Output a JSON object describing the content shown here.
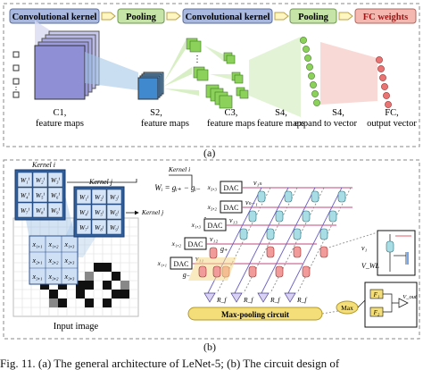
{
  "panel_a": {
    "pipeline": [
      {
        "label": "Convolutional kernel",
        "kind": "conv"
      },
      {
        "label": "Pooling",
        "kind": "pool"
      },
      {
        "label": "Convolutional kernel",
        "kind": "conv"
      },
      {
        "label": "Pooling",
        "kind": "pool"
      },
      {
        "label": "FC weights",
        "kind": "fc"
      }
    ],
    "stages": {
      "c1": [
        "C1,",
        "feature maps"
      ],
      "s2": [
        "S2,",
        "feature maps"
      ],
      "c3": [
        "C3,",
        "feature maps"
      ],
      "s4": [
        "S4,",
        "feature maps"
      ],
      "s4v": [
        "S4,",
        "expand to vector"
      ],
      "fc": [
        "FC,",
        "output vector"
      ]
    },
    "sublabel": "(a)"
  },
  "panel_b": {
    "kernel_i": "Kernel i",
    "kernel_j": "Kernel j",
    "kernel_j2": "Kernel j",
    "kernel_i2": "Kernel i",
    "kernel_i_cells": [
      "W₁ⁱ",
      "W₂ⁱ",
      "W₃ⁱ",
      "W₄ⁱ",
      "W₅ⁱ",
      "W₆ⁱ",
      "W₇ⁱ",
      "W₈ⁱ",
      "W₉ⁱ"
    ],
    "kernel_j_cells": [
      "W₁ʲ",
      "W₂ʲ",
      "W₃ʲ",
      "W₄ʲ",
      "W₅ʲ",
      "W₆ʲ",
      "W₇ʲ",
      "W₈ʲ",
      "W₉ʲ"
    ],
    "patch_cells": [
      "x₁,₁",
      "x₁,₂",
      "x₁,₃",
      "x₂,₁",
      "x₂,₂",
      "x₂,₃",
      "x₃,₁",
      "x₃,₂",
      "x₃,₃"
    ],
    "input_label": "Input image",
    "equation": "Wᵢ = gᵢ₊ − gᵢ₋",
    "dac_rows": [
      {
        "x": "x₃,₃",
        "dac": "DAC",
        "v": "v₁ₙ"
      },
      {
        "x": "x₃,₂",
        "dac": "DAC",
        "v": "vₙ₋₁"
      },
      {
        "x": "x₁,₃",
        "dac": "DAC",
        "v": "v₁₃"
      },
      {
        "x": "x₁,₂",
        "dac": "DAC",
        "v": "v₁₂"
      },
      {
        "x": "x₁,₁",
        "dac": "DAC",
        "v": "v₁₁"
      }
    ],
    "g_plus": "g₊",
    "g_minus": "g₋",
    "rf_labels": [
      "R_f",
      "R_f",
      "R_f",
      "R_f"
    ],
    "maxpool_label": "Max-pooling circuit",
    "max_label": "Max",
    "detail_v1": "v₁",
    "detail_vwl": "V_WL",
    "detail_f1": "F₁",
    "detail_f2": "F₂",
    "detail_vout": "V_out",
    "sublabel": "(b)"
  },
  "caption": "Fig. 11.   (a) The general architecture of LeNet-5; (b) The circuit design of",
  "colors": {
    "conv": "#a9b8de",
    "pool": "#c6e3a8",
    "fc": "#f4b8b0",
    "c1": "#8f8fd6",
    "s2": "#4f95d6",
    "green": "#8cd15a",
    "red": "#e87474",
    "blue_box": "#b8d0f0",
    "memristor_blue": "#a9dde6",
    "memristor_red": "#f19b9b",
    "maxpool": "#f3de7a"
  }
}
